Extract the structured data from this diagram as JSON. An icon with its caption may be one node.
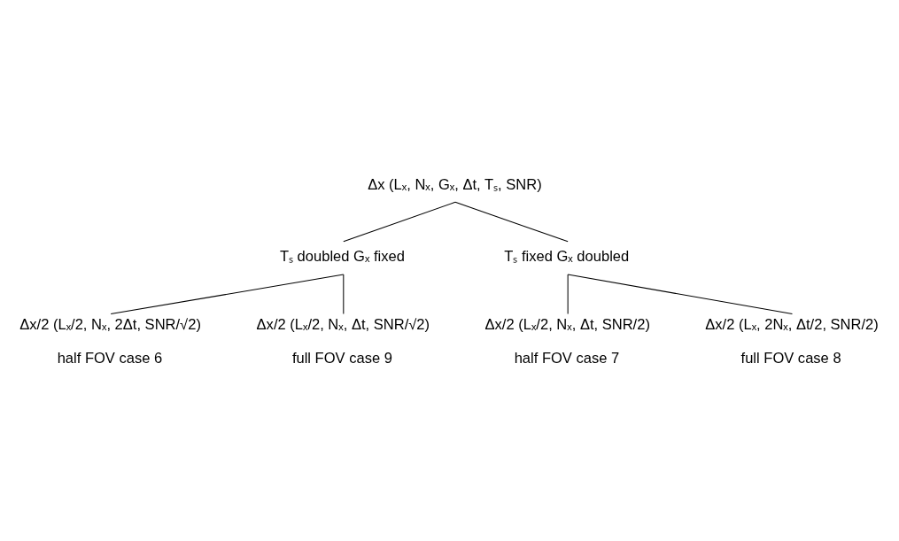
{
  "diagram": {
    "nodes": [
      {
        "text": [
          "Δx (Lₓ, Nₓ, Gₓ, Δt, Tₛ, SNR)"
        ]
      },
      {
        "text": [
          "Tₛ doubled Gₓ fixed"
        ]
      },
      {
        "text": [
          "Tₛ fixed Gₓ doubled"
        ]
      },
      {
        "text": [
          "Δx/2 (Lₓ/2, Nₓ, 2Δt, SNR/√2)",
          "half FOV case 6"
        ]
      },
      {
        "text": [
          "Δx/2 (Lₓ/2, Nₓ, Δt, SNR/√2)",
          "full FOV case 9"
        ]
      },
      {
        "text": [
          "Δx/2 (Lₓ/2, Nₓ, Δt, SNR/2)",
          "half FOV case 7"
        ]
      },
      {
        "text": [
          "Δx/2 (Lₓ, 2Nₓ, Δt/2, SNR/2)",
          "full FOV case 8"
        ]
      }
    ],
    "edges": [
      {
        "from": 0,
        "to": 1,
        "arrow": "none"
      },
      {
        "from": 0,
        "to": 2,
        "arrow": "none"
      },
      {
        "from": 1,
        "to": 3,
        "arrow": "none"
      },
      {
        "from": 1,
        "to": 4,
        "arrow": "none"
      },
      {
        "from": 2,
        "to": 5,
        "arrow": "none"
      },
      {
        "from": 2,
        "to": 6,
        "arrow": "none"
      }
    ]
  }
}
